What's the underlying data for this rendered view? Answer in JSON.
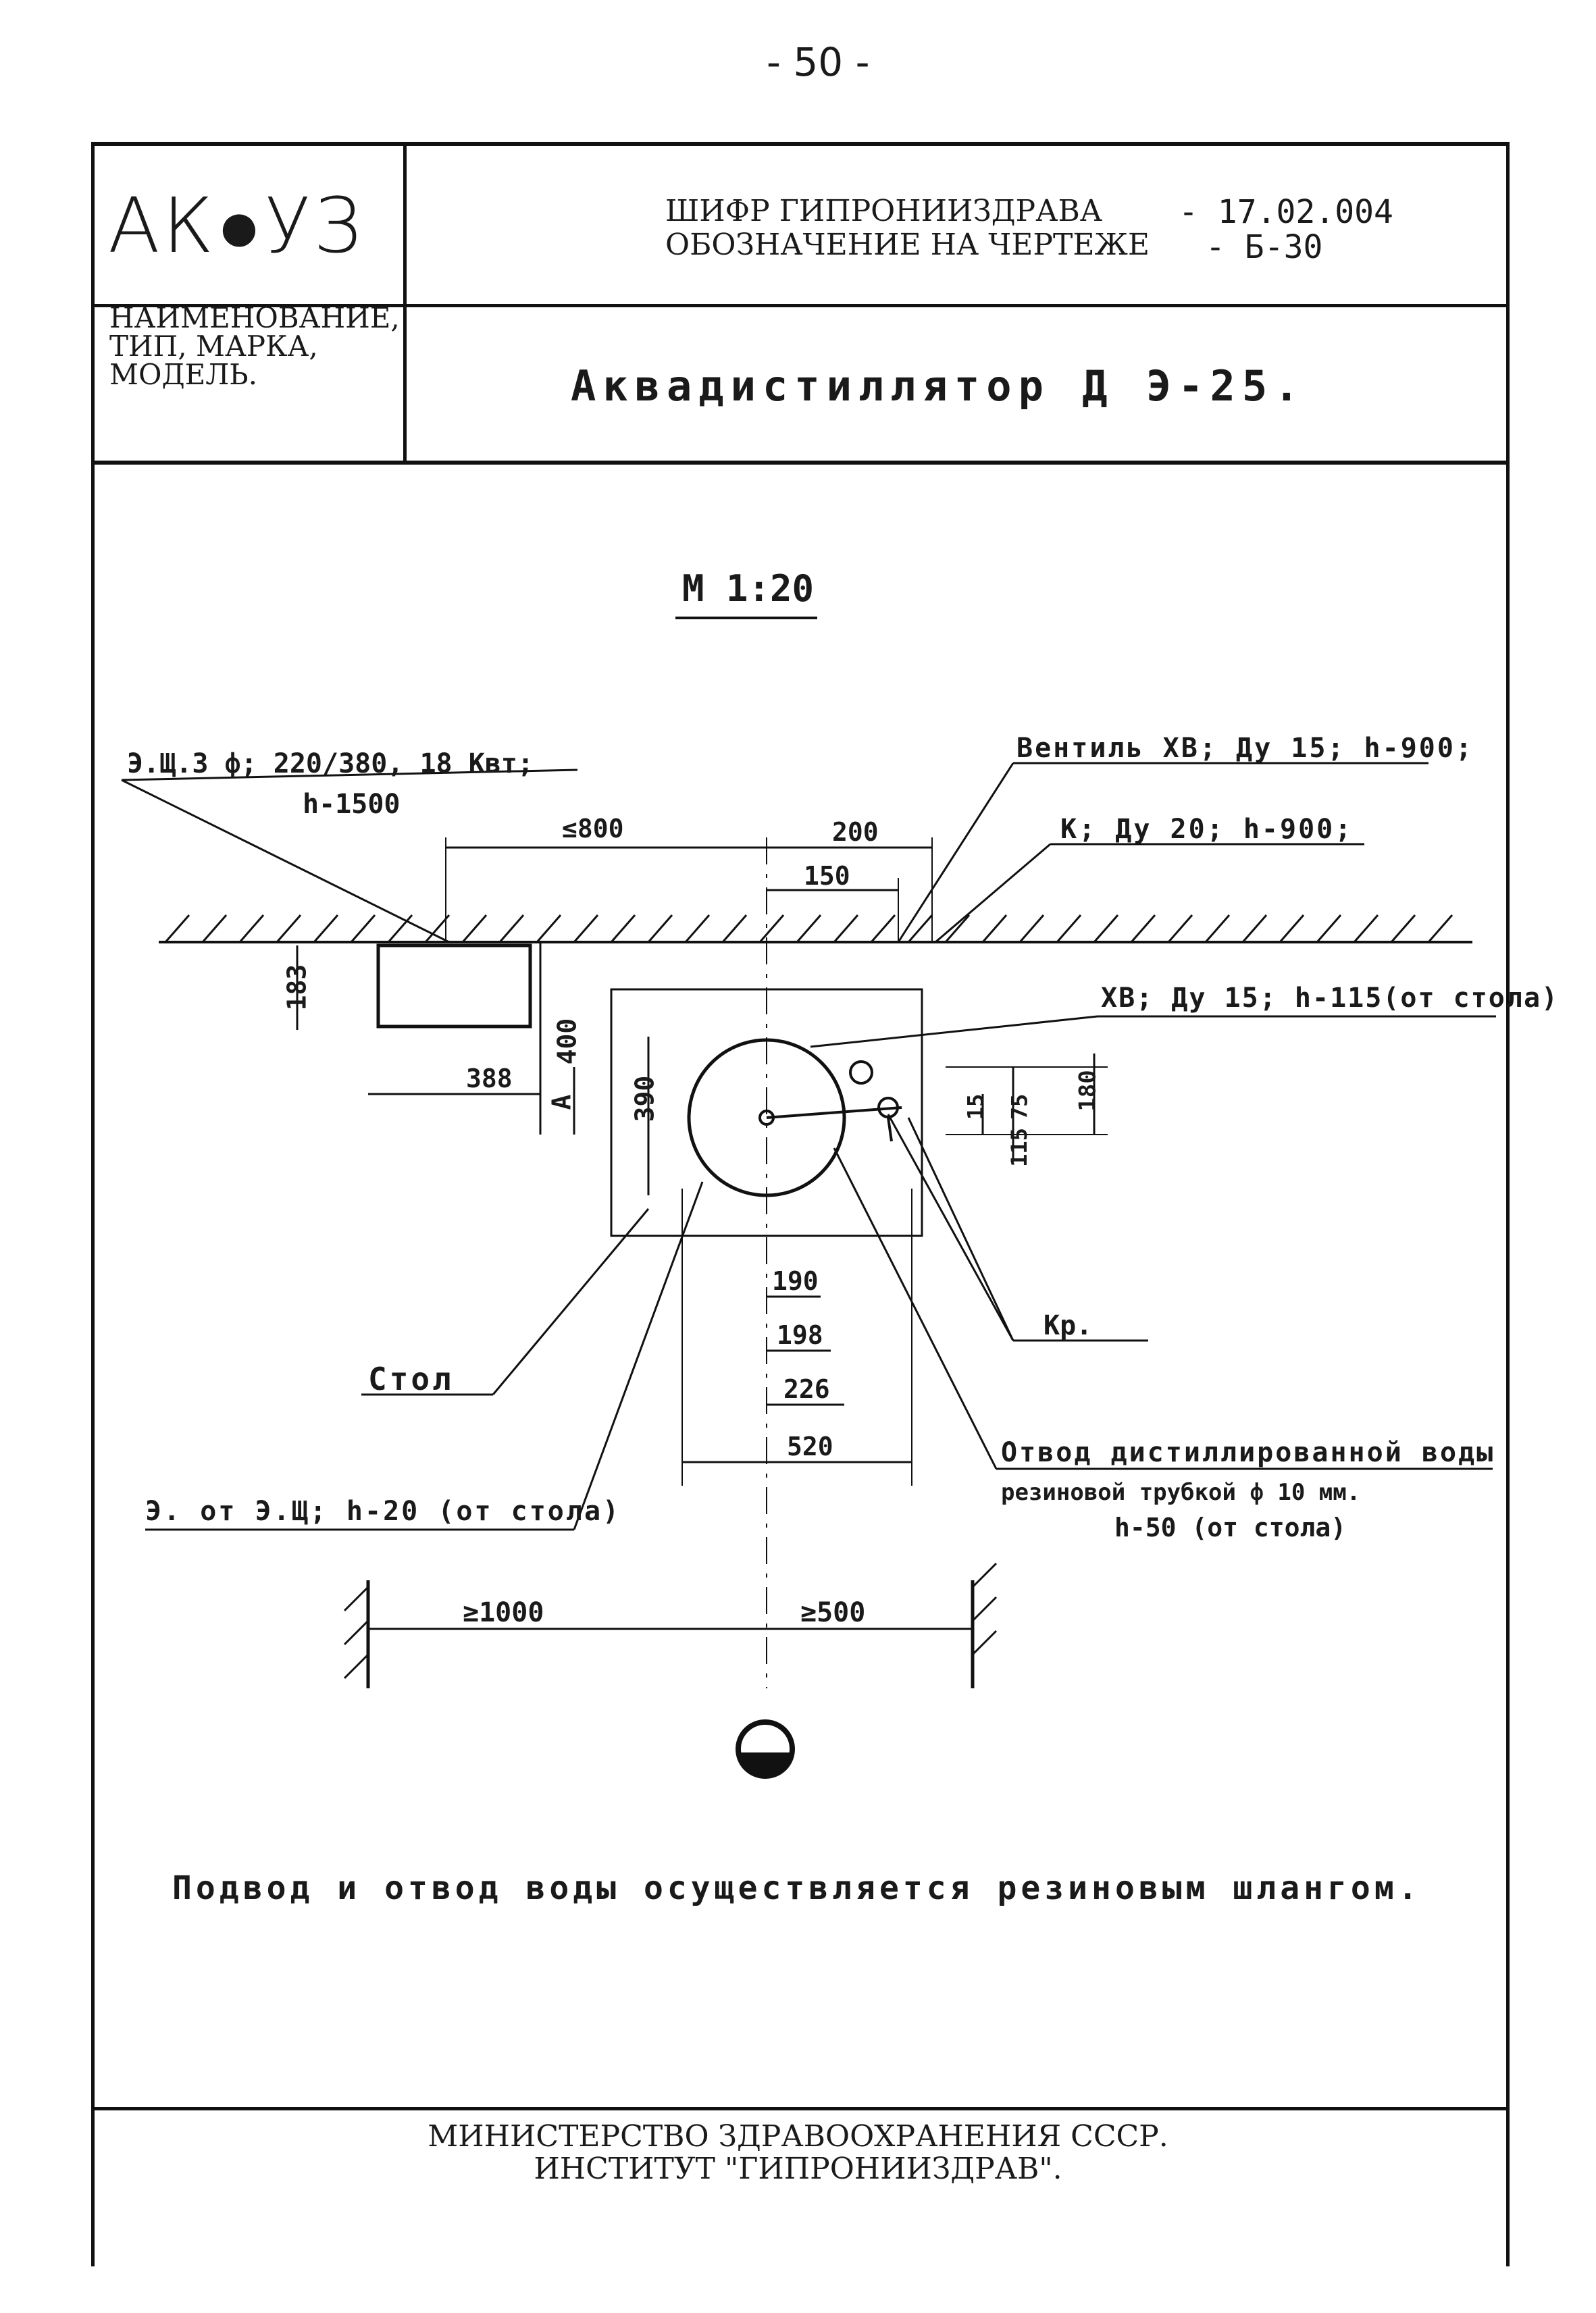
{
  "page_number": "- 50 -",
  "header": {
    "logo": "АК●УЗ",
    "cipher_line1": "ШИФР ГИПРОНИИЗДРАВА",
    "cipher_line2": "ОБОЗНАЧЕНИЕ НА ЧЕРТЕЖЕ",
    "code_line1": "- 17.02.004",
    "code_line2": "- Б-30"
  },
  "name_label": [
    "НАИМЕНОВАНИЕ,",
    "ТИП, МАРКА,",
    "МОДЕЛЬ."
  ],
  "title": "Аквадистиллятор Д Э-25.",
  "drawing": {
    "scale": "М 1:20",
    "callouts": {
      "electric_panel": "Э.Щ.3 ф; 220/380, 18 Квт;",
      "electric_panel_h": "h-1500",
      "valve": "Вентиль ХВ; Ду 15; h-900;",
      "sewer": "К; Ду 20; h-900;",
      "cold_water": "ХВ; Ду 15; h-115(от стола)",
      "tap": "Кр.",
      "table": "Стол",
      "power": "Э. от Э.Щ; h-20 (от стола)",
      "drain_line1": "Отвод дистиллированной воды",
      "drain_line2": "резиновой трубкой ф 10 мм.",
      "drain_line3": "h-50 (от стола)"
    },
    "dimensions": {
      "d800": "≤800",
      "d200": "200",
      "d150": "150",
      "d183": "183",
      "d388": "388",
      "d400": "400",
      "d390": "390",
      "dA": "А",
      "d15": "15",
      "d75": "75",
      "d180": "180",
      "d115": "115",
      "d190": "190",
      "d198": "198",
      "d226": "226",
      "d520": "520",
      "d1000": "≥1000",
      "d500": "≥500"
    }
  },
  "note": "Подвод и отвод воды осуществляется резиновым шлангом.",
  "footer": {
    "line1": "МИНИСТЕРСТВО ЗДРАВООХРАНЕНИЯ СССР.",
    "line2": "ИНСТИТУТ \"ГИПРОНИИЗДРАВ\"."
  }
}
